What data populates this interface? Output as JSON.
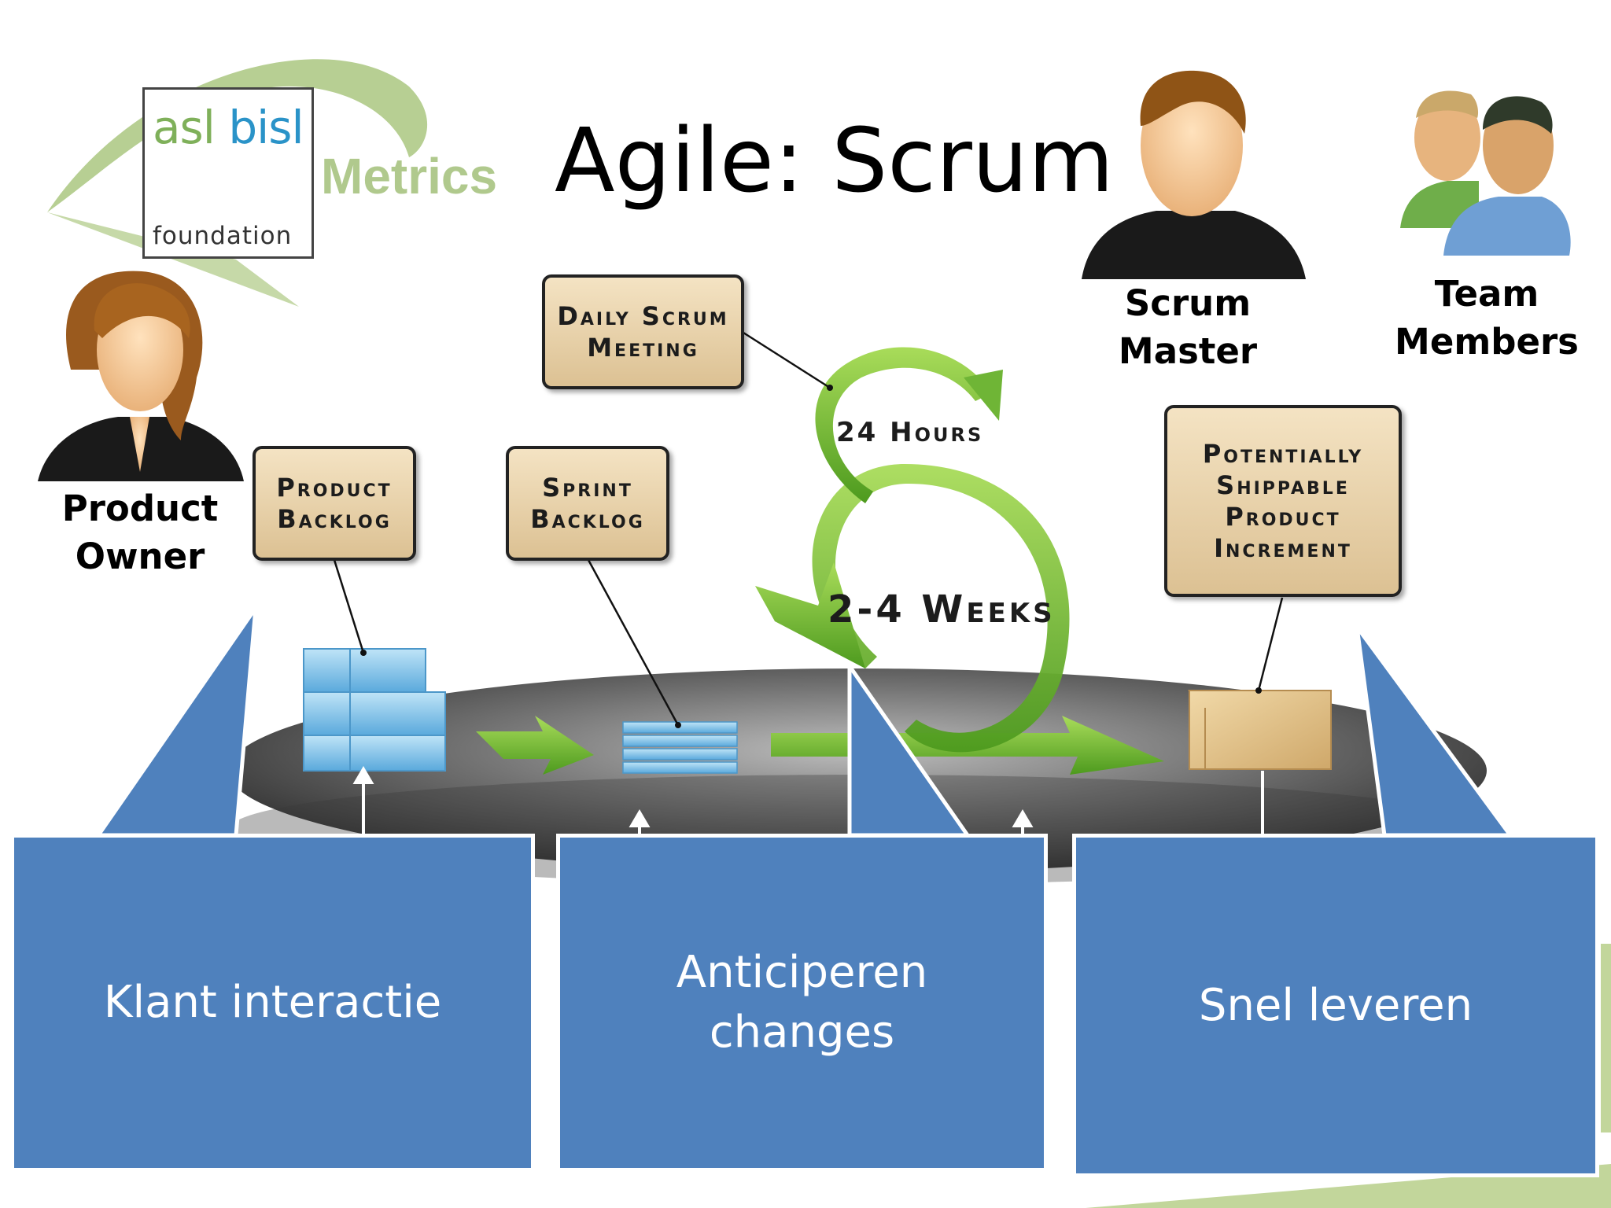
{
  "logo": {
    "asl": "asl",
    "bisl": "bisl",
    "foundation": "foundation",
    "metrics": "Metrics"
  },
  "title": "Agile: Scrum",
  "roles": {
    "product_owner": "Product\nOwner",
    "scrum_master": "Scrum\nMaster",
    "team_members": "Team\nMembers"
  },
  "artifacts": {
    "product_backlog": "Product\nBacklog",
    "sprint_backlog": "Sprint\nBacklog",
    "daily_scrum": "Daily Scrum\nMeeting",
    "increment": "Potentially\nShippable\nProduct\nIncrement"
  },
  "cycle": {
    "daily": "24 Hours",
    "sprint": "2-4 Weeks"
  },
  "callouts": {
    "left": "Klant interactie",
    "middle": "Anticiperen\nchanges",
    "right": "Snel leveren"
  },
  "colors": {
    "callout_fill": "#4f81bd",
    "arrow_green": "#7cc242",
    "logo_green": "#b0c98d",
    "tag_fill": "#e8d2a8"
  }
}
